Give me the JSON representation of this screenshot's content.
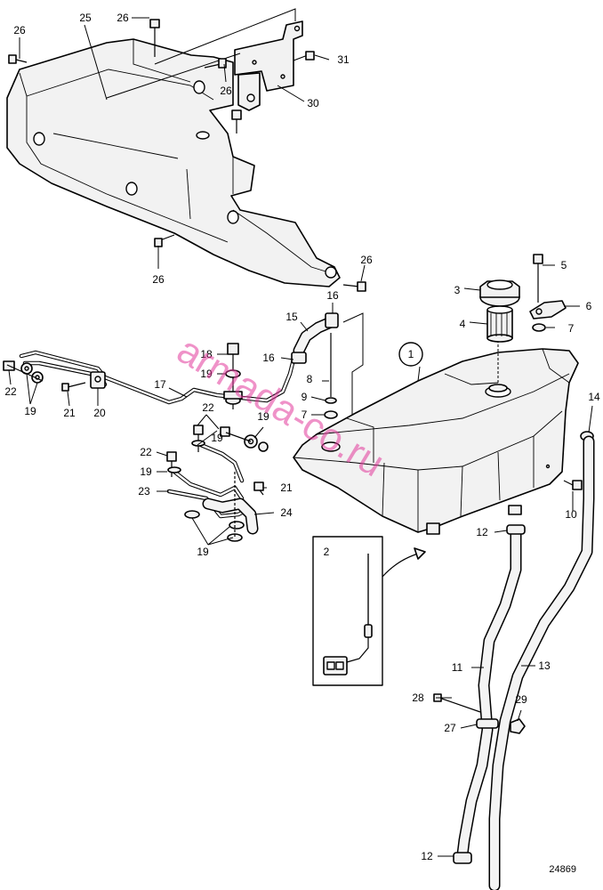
{
  "figure_number": "24869",
  "watermark": "armada-co.ru",
  "callouts": {
    "c1": "1",
    "c2": "2",
    "c3": "3",
    "c4": "4",
    "c5": "5",
    "c6": "6",
    "c7": "7",
    "c8": "8",
    "c9": "9",
    "c10": "10",
    "c11": "11",
    "c12": "12",
    "c13": "13",
    "c14": "14",
    "c15": "15",
    "c16": "16",
    "c17": "17",
    "c18": "18",
    "c19": "19",
    "c20": "20",
    "c21": "21",
    "c22": "22",
    "c23": "23",
    "c24": "24",
    "c25": "25",
    "c26": "26",
    "c27": "27",
    "c28": "28",
    "c29": "29",
    "c30": "30",
    "c31": "31"
  }
}
